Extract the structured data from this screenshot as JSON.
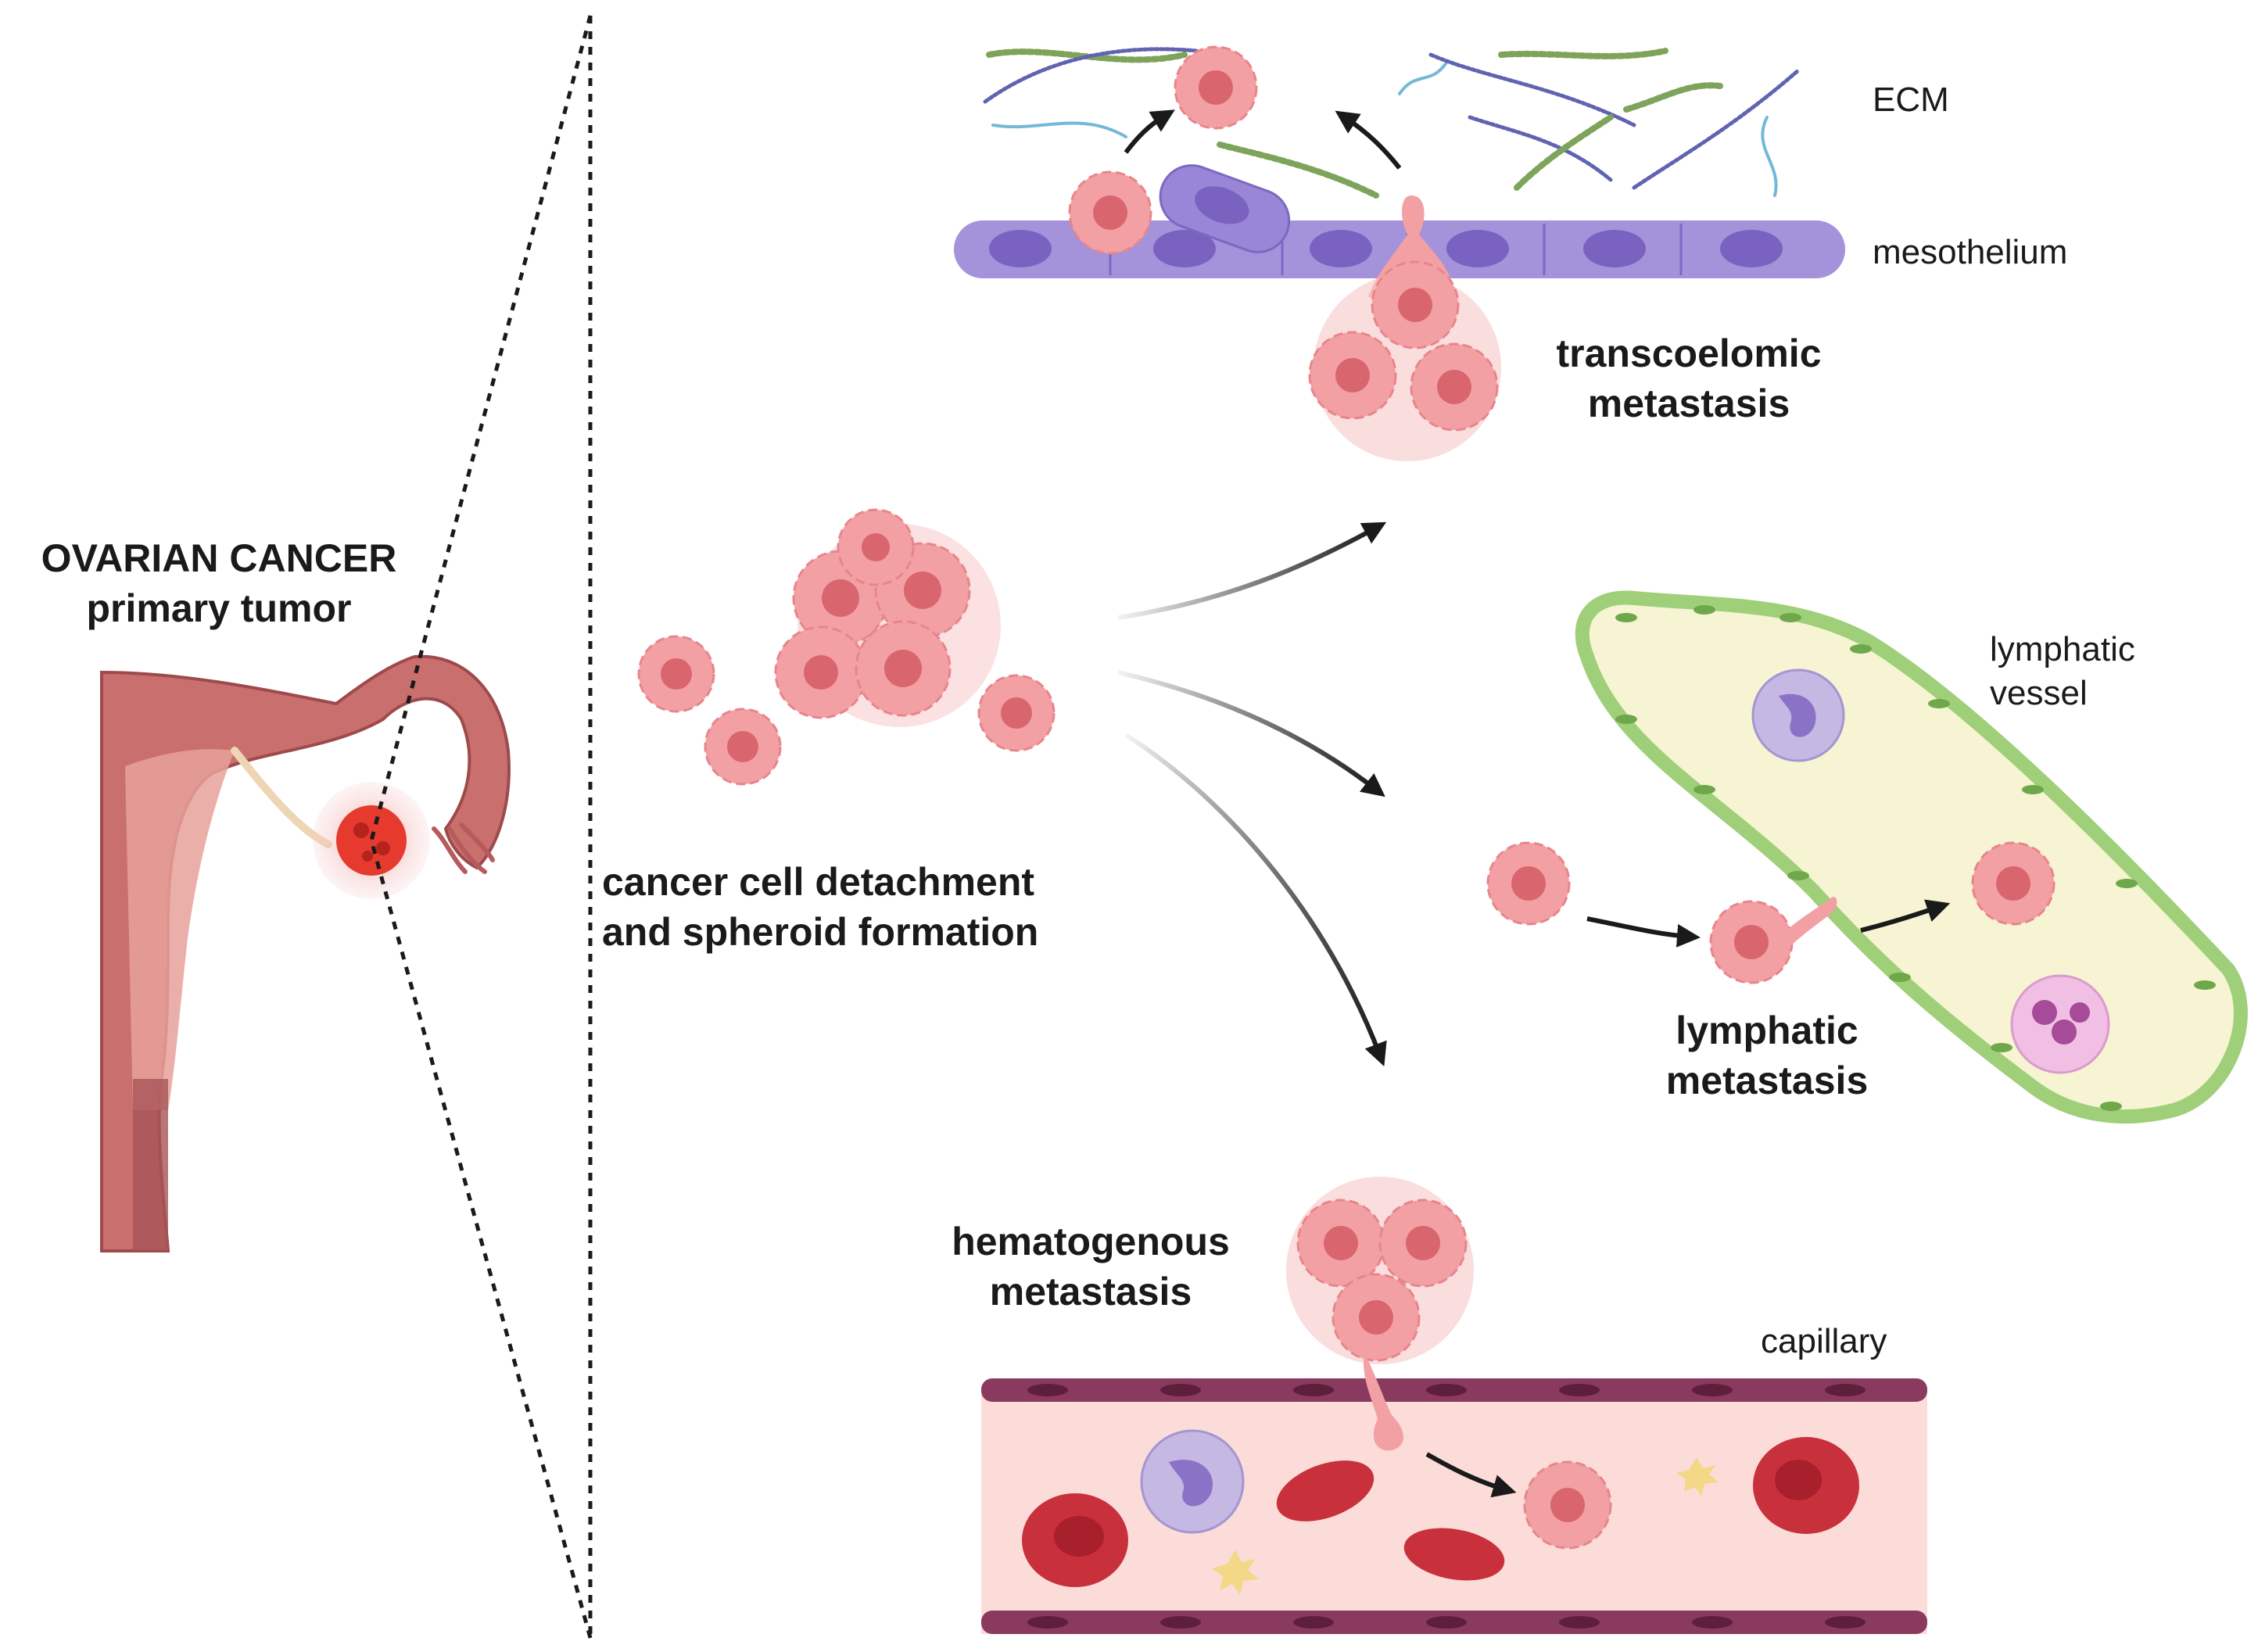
{
  "labels": {
    "primary_tumor_line1": "OVARIAN CANCER",
    "primary_tumor_line2": "primary tumor",
    "detachment_line1": "cancer cell detachment",
    "detachment_line2": "and spheroid formation",
    "transcoelomic_line1": "transcoelomic",
    "transcoelomic_line2": "metastasis",
    "ecm": "ECM",
    "mesothelium": "mesothelium",
    "lymphatic_vessel_line1": "lymphatic",
    "lymphatic_vessel_line2": "vessel",
    "lymphatic_metastasis_line1": "lymphatic",
    "lymphatic_metastasis_line2": "metastasis",
    "hematogenous_line1": "hematogenous",
    "hematogenous_line2": "metastasis",
    "capillary": "capillary"
  },
  "colors": {
    "cancer_cell": "#f2a0a4",
    "cancer_nucleus": "#d9656e",
    "mesothelial_cell": "#8f79d0",
    "lymph_vessel_wall": "#9fcf78",
    "lymph_lumen": "#f6f4d2",
    "capillary_lumen": "#fbdcd8",
    "capillary_wall": "#8a3a5e",
    "red_blood_cell": "#c8303c",
    "uterus": "#c9706e"
  }
}
